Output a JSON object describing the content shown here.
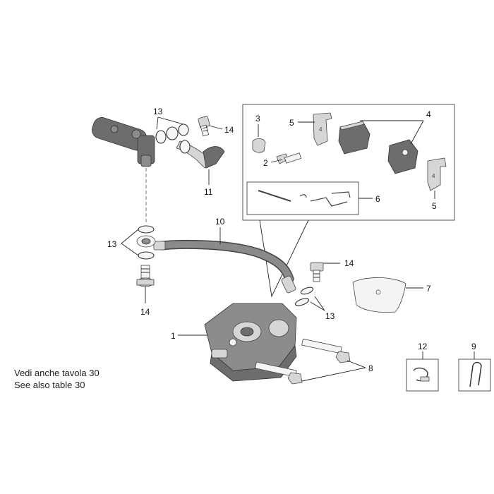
{
  "diagram": {
    "callouts": {
      "c1": "1",
      "c2": "2",
      "c3": "3",
      "c4": "4",
      "c5a": "5",
      "c5b": "5",
      "c6": "6",
      "c7": "7",
      "c8": "8",
      "c9": "9",
      "c10": "10",
      "c11": "11",
      "c12": "12",
      "c13a": "13",
      "c13b": "13",
      "c13c": "13",
      "c14a": "14",
      "c14b": "14",
      "c14c": "14"
    },
    "note": {
      "line_it": "Vedi anche tavola 30",
      "line_en": "See also table 30"
    }
  }
}
